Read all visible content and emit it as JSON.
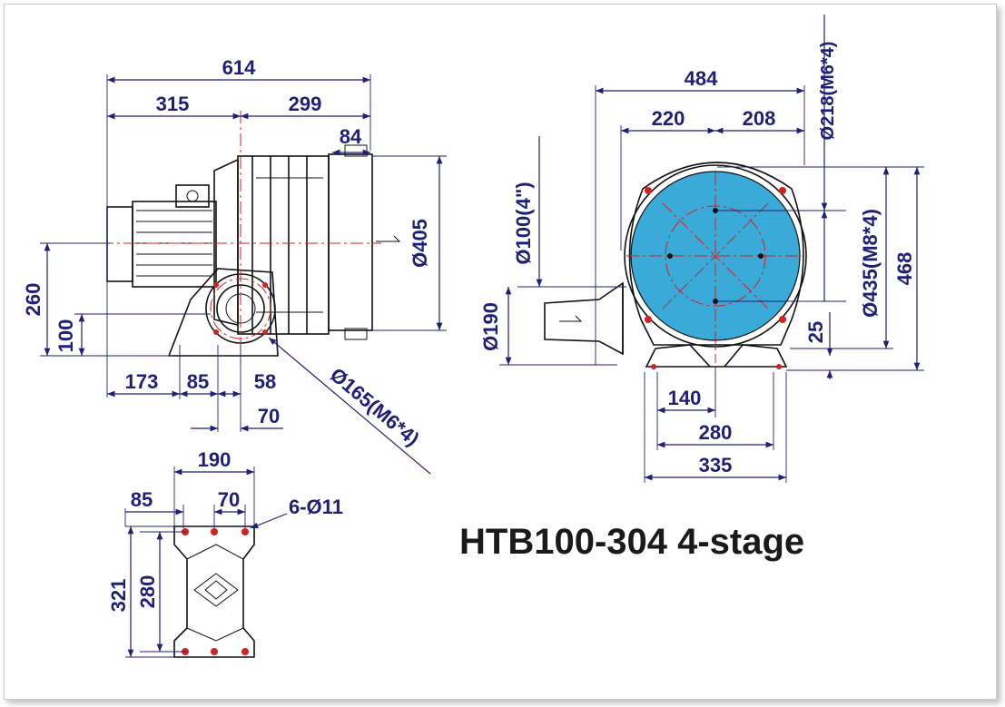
{
  "title": "HTB100-304 4-stage",
  "side_view": {
    "overall_length": "614",
    "left_to_center": "315",
    "center_to_right": "299",
    "inlet_length": "84",
    "outlet_diameter": "Ø405",
    "height_to_center": "260",
    "flange_height": "100",
    "base_offset": "173",
    "base_half": "85",
    "flange_offset": "58",
    "flange_width": "70",
    "flange_pcd": "Ø165(M6*4)"
  },
  "front_view": {
    "overall_width": "484",
    "left_to_center": "220",
    "center_to_right": "208",
    "bolt_circle_top": "Ø218(M6*4)",
    "inlet_size": "Ø100(4\")",
    "inlet_flange": "Ø190",
    "casing_diameter": "Ø435(M8*4)",
    "overall_height": "468",
    "base_thickness": "25",
    "base_half": "140",
    "base_hole_span": "280",
    "base_width": "335"
  },
  "base_view": {
    "width": "190",
    "left_offset": "85",
    "hole_spacing": "70",
    "holes": "6-Ø11",
    "length": "321",
    "hole_length": "280"
  },
  "colors": {
    "dimension": "#1f1f7a",
    "outline": "#111111",
    "centerline": "#d42020",
    "casing_fill": "#3aaad8"
  }
}
